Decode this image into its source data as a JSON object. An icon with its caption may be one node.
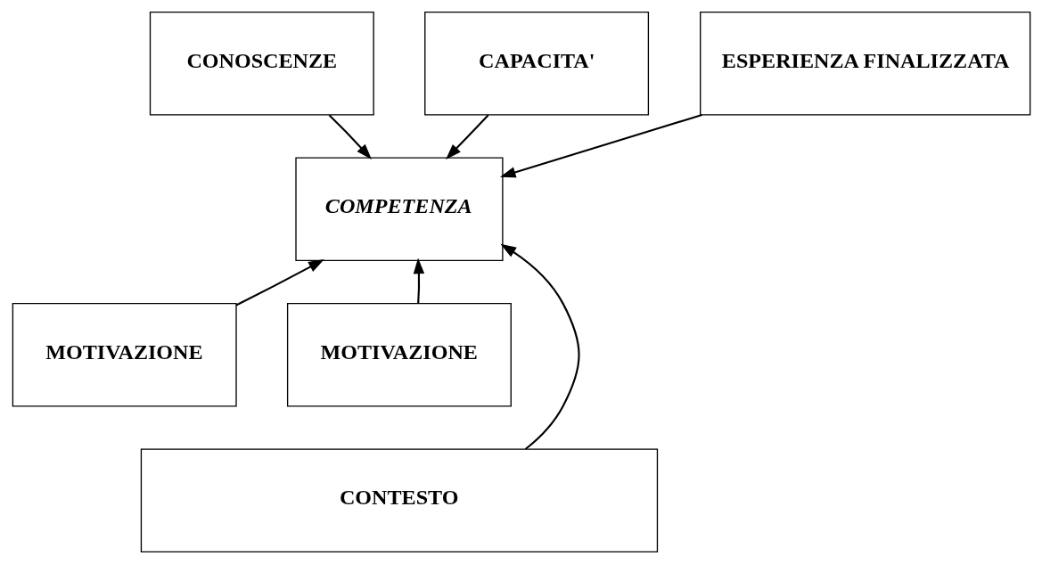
{
  "diagram": {
    "nodes": [
      {
        "text": [
          "CONOSCENZE"
        ]
      },
      {
        "text": [
          "CAPACITA'"
        ]
      },
      {
        "text": [
          "ESPERIENZA FINALIZZATA"
        ]
      },
      {
        "text": [
          "COMPETENZA"
        ]
      },
      {
        "text": [
          "MOTIVAZIONE"
        ]
      },
      {
        "text": [
          "MOTIVAZIONE"
        ]
      },
      {
        "text": [
          "CONTESTO"
        ]
      }
    ],
    "edges": [
      {
        "from": 0,
        "to": 3,
        "arrow": "to"
      },
      {
        "from": 1,
        "to": 3,
        "arrow": "to"
      },
      {
        "from": 2,
        "to": 3,
        "arrow": "to"
      },
      {
        "from": 4,
        "to": 3,
        "arrow": "to"
      },
      {
        "from": 5,
        "to": 3,
        "arrow": "to"
      },
      {
        "from": 6,
        "to": 3,
        "arrow": "to"
      }
    ]
  }
}
